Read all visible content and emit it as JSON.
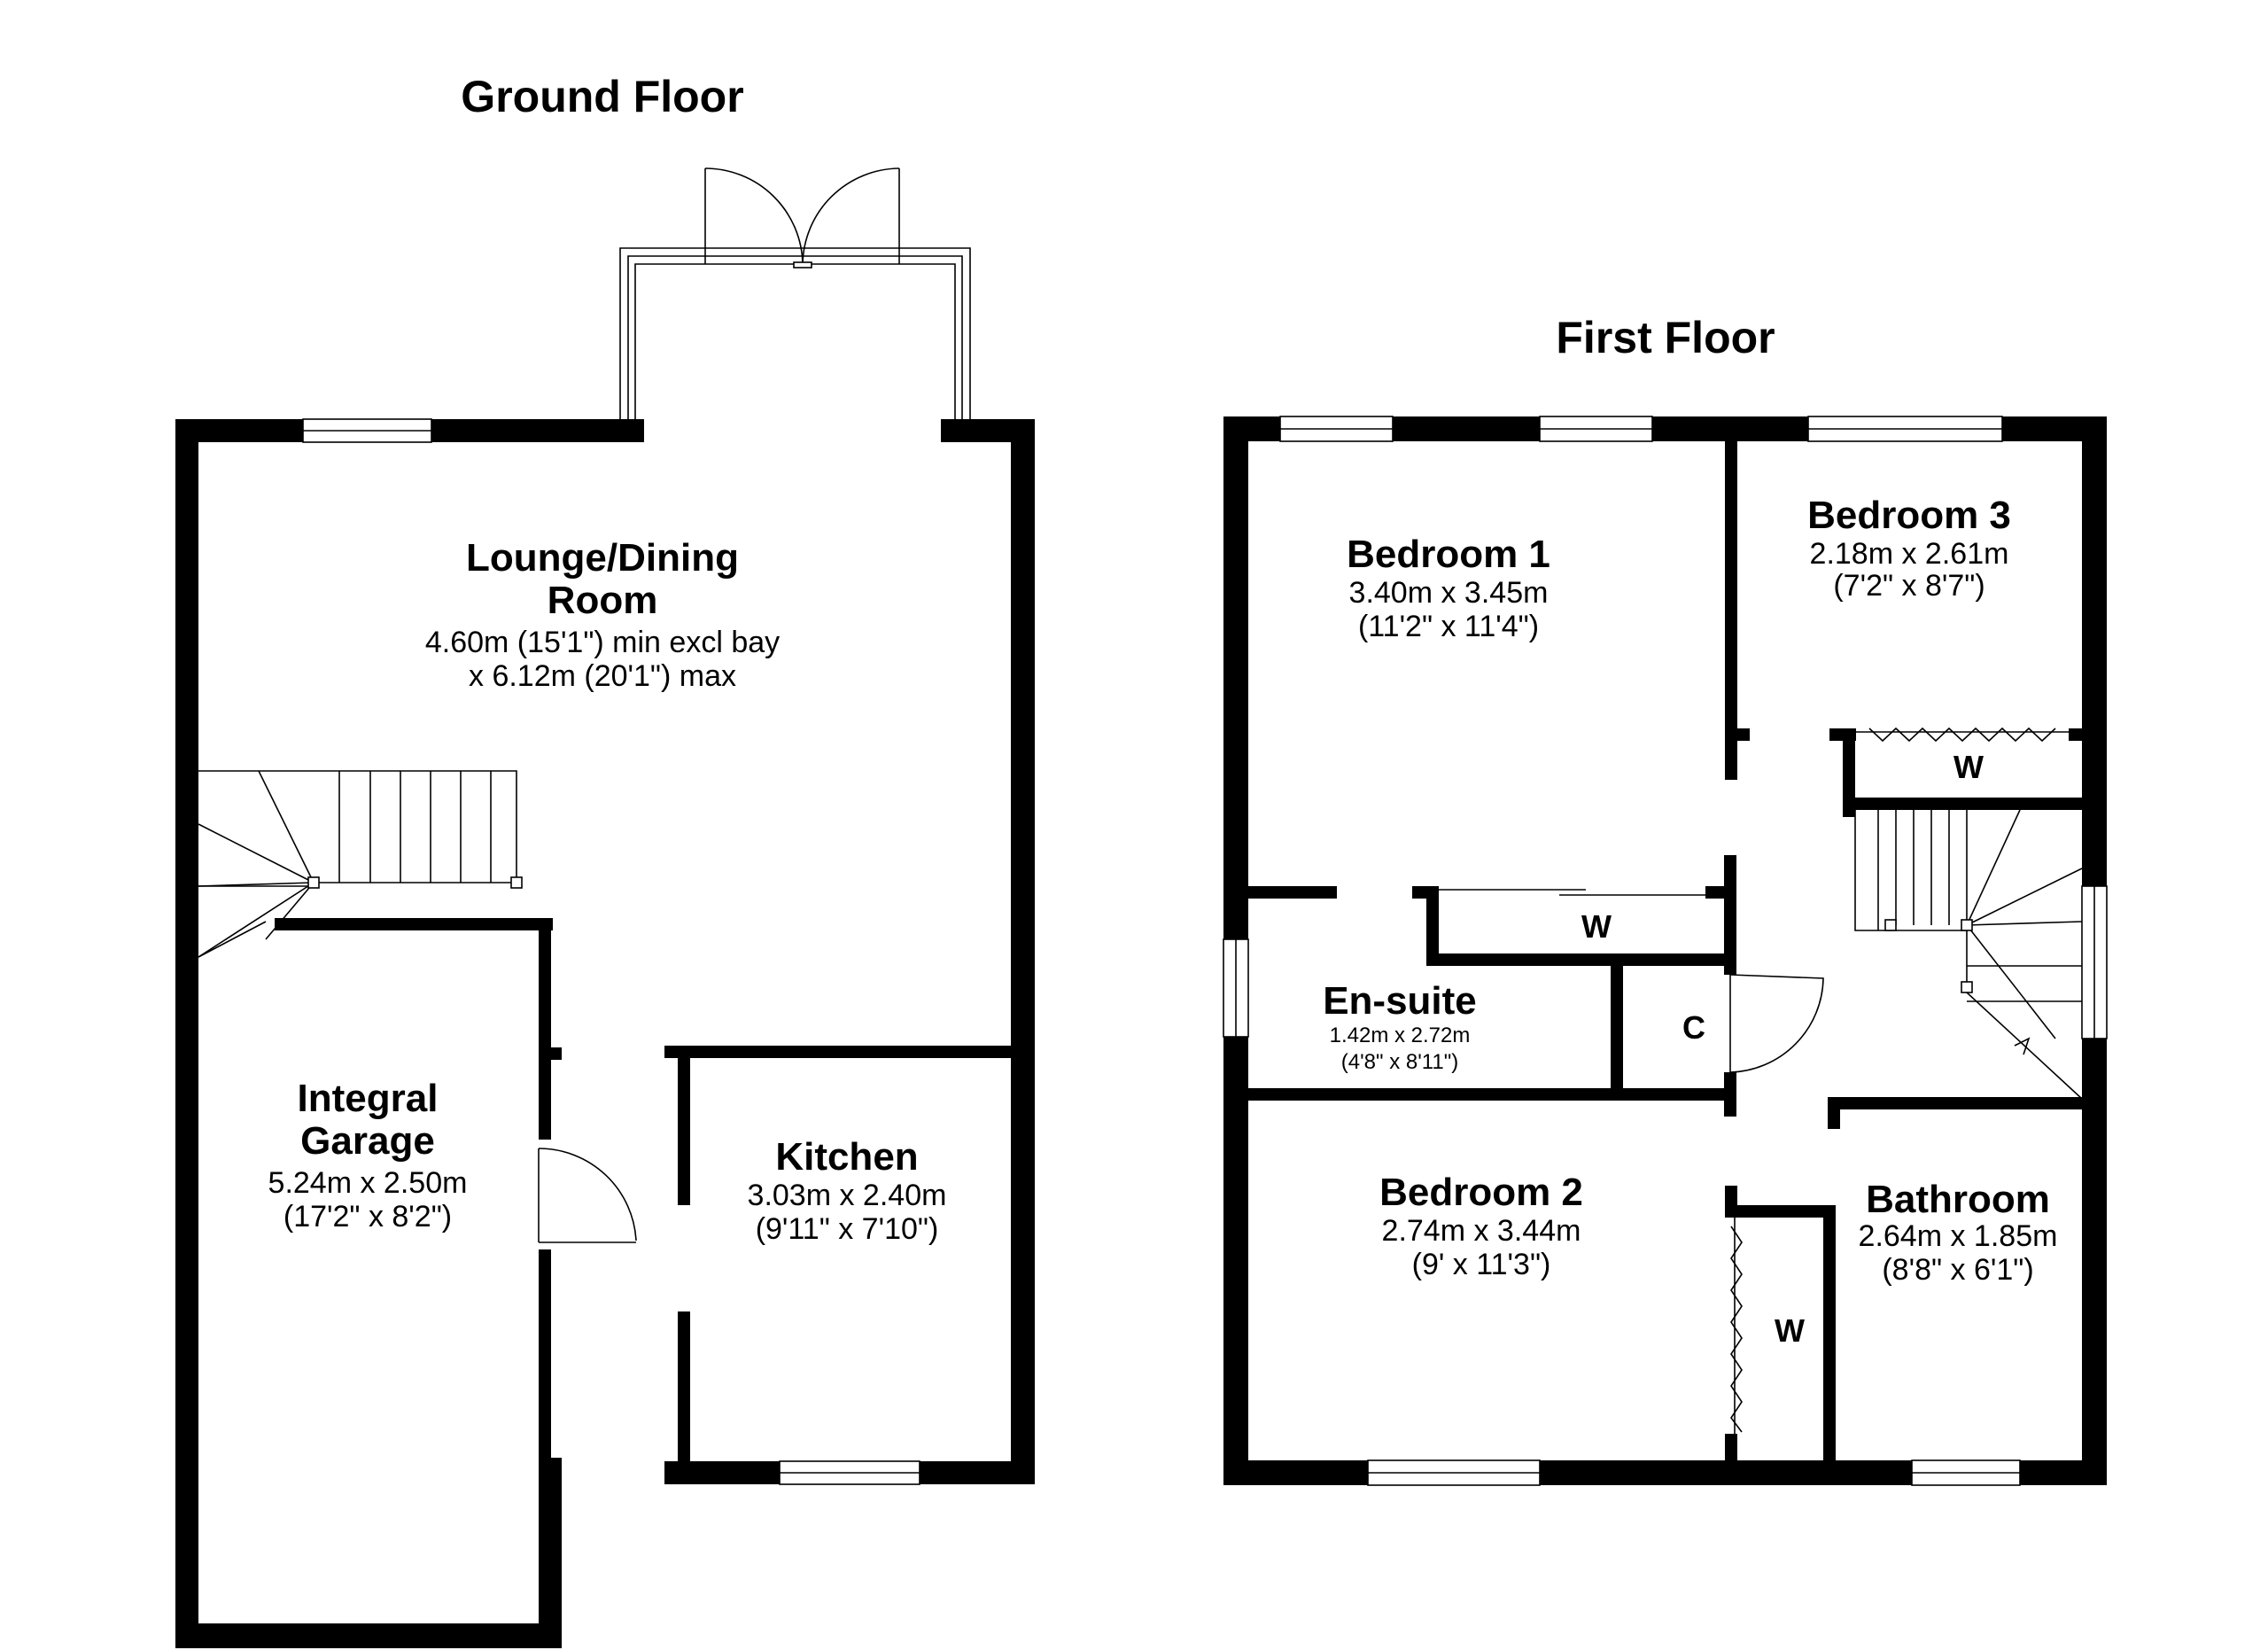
{
  "ground_floor": {
    "title": "Ground Floor",
    "lounge": {
      "name_line1": "Lounge/Dining",
      "name_line2": "Room",
      "dim_line1": "4.60m (15'1\") min excl bay",
      "dim_line2": "x 6.12m (20'1\") max"
    },
    "garage": {
      "name_line1": "Integral",
      "name_line2": "Garage",
      "dim_line1": "5.24m x 2.50m",
      "dim_line2": "(17'2\" x 8'2\")"
    },
    "kitchen": {
      "name": "Kitchen",
      "dim_line1": "3.03m x 2.40m",
      "dim_line2": "(9'11\" x 7'10\")"
    }
  },
  "first_floor": {
    "title": "First Floor",
    "bedroom1": {
      "name": "Bedroom 1",
      "dim_line1": "3.40m x 3.45m",
      "dim_line2": "(11'2\" x 11'4\")"
    },
    "bedroom2": {
      "name": "Bedroom 2",
      "dim_line1": "2.74m x 3.44m",
      "dim_line2": "(9' x 11'3\")"
    },
    "bedroom3": {
      "name": "Bedroom 3",
      "dim_line1": "2.18m x 2.61m",
      "dim_line2": "(7'2\" x 8'7\")"
    },
    "ensuite": {
      "name": "En-suite",
      "dim_line1": "1.42m x 2.72m",
      "dim_line2": "(4'8\" x 8'11\")"
    },
    "bathroom": {
      "name": "Bathroom",
      "dim_line1": "2.64m x 1.85m",
      "dim_line2": "(8'8\" x 6'1\")"
    },
    "wardrobe_label": "W",
    "cupboard_label": "C"
  }
}
